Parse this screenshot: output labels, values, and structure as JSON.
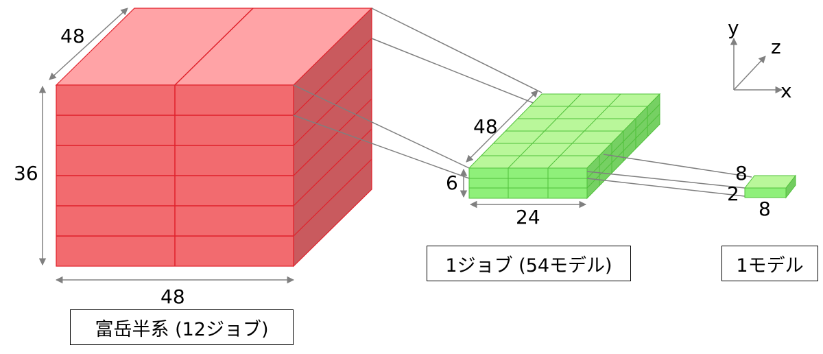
{
  "axes": {
    "y": "y",
    "z": "z",
    "x": "x"
  },
  "fugaku": {
    "caption": "富岳半系 (12ジョブ)",
    "depth_label": "48",
    "height_label": "36",
    "width_label": "48",
    "color": "#f26b6f",
    "top_color": "#ffa0a4",
    "side_color": "#c45257"
  },
  "job": {
    "caption": "1ジョブ (54モデル)",
    "depth_label": "48",
    "height_label": "6",
    "width_label": "24",
    "color": "#8ff07a",
    "top_color": "#c2ff9f",
    "side_color": "#72cc5f"
  },
  "model": {
    "caption": "1モデル",
    "depth_label": "8",
    "height_label": "2",
    "width_label": "8"
  },
  "colors": {
    "connector": "#7f7f7f",
    "dim_arrow": "#808080",
    "red_edge": "#e0202a",
    "green_edge": "#4fc03a"
  }
}
